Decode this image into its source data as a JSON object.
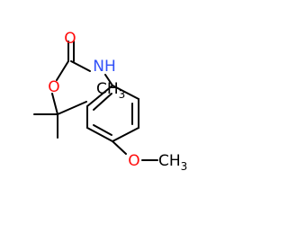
{
  "molecule": {
    "atoms": {
      "carbonyl_oxygen": "O",
      "ester_oxygen": "O",
      "amine": "NH",
      "methoxy_oxygen": "O",
      "methoxy_methyl": "CH",
      "methoxy_methyl_sub": "3",
      "overlapping_methyl": "CH",
      "overlapping_methyl_sub": "3"
    },
    "colors": {
      "bond": "#000000",
      "oxygen": "#ff0d0d",
      "nitrogen": "#3050f8",
      "carbon": "#000000"
    }
  }
}
